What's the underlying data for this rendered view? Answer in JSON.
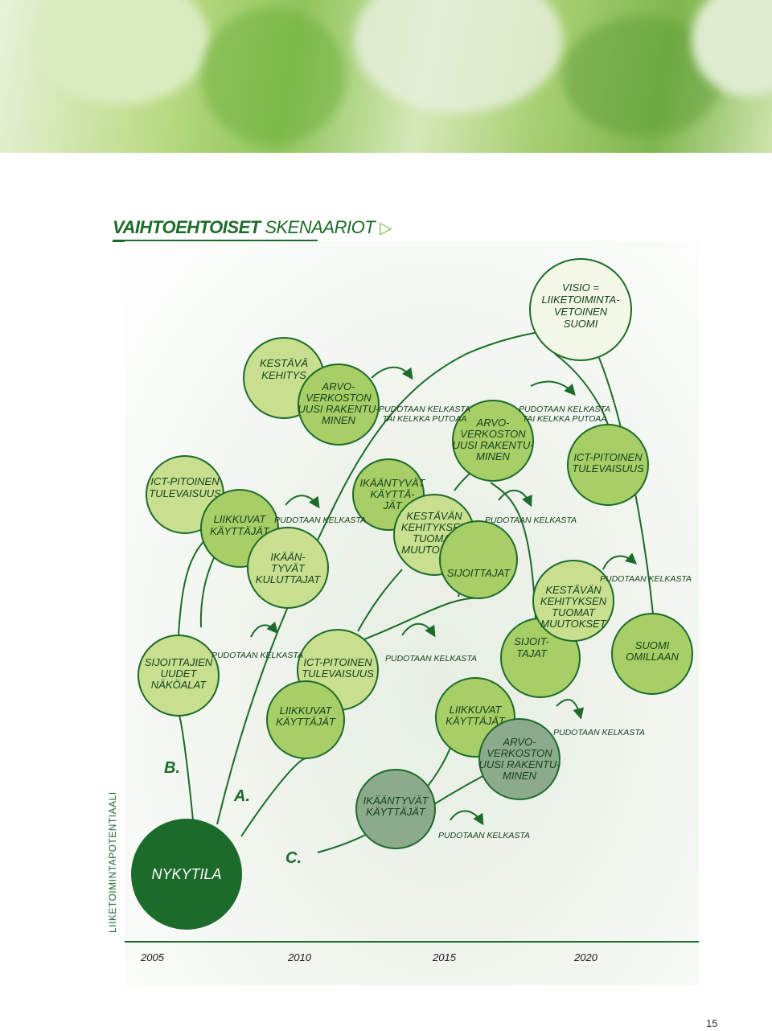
{
  "title": {
    "bold": "VAIHTOEHTOISET",
    "regular": "SKENAARIOT"
  },
  "vertical_label": "LIIKETOIMINTAPOTENTIAALI",
  "years": [
    "2005",
    "2010",
    "2015",
    "2020"
  ],
  "page_number": "15",
  "colors": {
    "dark_green": "#1c6b2a",
    "start_fill": "#1d6b2a",
    "light_fill": "#c7df8f",
    "mid_fill": "#a7ce67",
    "gray_fill": "#8cab8c",
    "vision_fill": "#f3f7e6",
    "accent": "#6cb33f"
  },
  "nodes": [
    {
      "id": "nykytila",
      "lines": [
        "NYKYTILA"
      ],
      "style": "start"
    },
    {
      "id": "visio",
      "lines": [
        "VISIO =",
        "LIIKETOIMINTA-",
        "VETOINEN",
        "SUOMI"
      ],
      "style": "vision"
    },
    {
      "id": "b-ict",
      "lines": [
        "ICT-PITOINEN",
        "TULEVAISUUS"
      ],
      "style": "light"
    },
    {
      "id": "b-liikkuvat",
      "lines": [
        "LIIKKUVAT",
        "KÄYTTÄJÄT"
      ],
      "style": "mid"
    },
    {
      "id": "b-ikaantyvat",
      "lines": [
        "IKÄÄN-",
        "TYVÄT",
        "KULUTTAJAT"
      ],
      "style": "light"
    },
    {
      "id": "b-sijoittajien",
      "lines": [
        "SIJOITTAJIEN",
        "UUDET",
        "NÄKÖALAT"
      ],
      "style": "light"
    },
    {
      "id": "a-kestava",
      "lines": [
        "KESTÄVÄ",
        "KEHITYS"
      ],
      "style": "light"
    },
    {
      "id": "a-arvo",
      "lines": [
        "ARVO-",
        "VERKOSTON",
        "UUSI RAKENTU-",
        "MINEN"
      ],
      "style": "mid"
    },
    {
      "id": "a-ikaantyvat",
      "lines": [
        "IKÄÄNTYVÄT",
        "KÄYTTÄ-",
        "JÄT"
      ],
      "style": "mid"
    },
    {
      "id": "a-kestavan",
      "lines": [
        "KESTÄVÄN",
        "KEHITYKSEN",
        "TUOMAT",
        "MUUTOKSET"
      ],
      "style": "light"
    },
    {
      "id": "a-arvo2",
      "lines": [
        "ARVO-",
        "VERKOSTON",
        "UUSI RAKENTU-",
        "MINEN"
      ],
      "style": "mid"
    },
    {
      "id": "a-sijoittajat",
      "lines": [
        "SIJOITTAJAT"
      ],
      "style": "mid"
    },
    {
      "id": "a-ict2",
      "lines": [
        "ICT-PITOINEN",
        "TULEVAISUUS"
      ],
      "style": "mid"
    },
    {
      "id": "a-sijoittajat2",
      "lines": [
        "SIJOIT-",
        "TAJAT"
      ],
      "style": "mid"
    },
    {
      "id": "a-kestavan2",
      "lines": [
        "KESTÄVÄN",
        "KEHITYKSEN",
        "TUOMAT",
        "MUUTOKSET"
      ],
      "style": "light"
    },
    {
      "id": "a-suomi",
      "lines": [
        "SUOMI",
        "OMILLAAN"
      ],
      "style": "mid"
    },
    {
      "id": "c-ict",
      "lines": [
        "ICT-PITOINEN",
        "TULEVAISUUS"
      ],
      "style": "light"
    },
    {
      "id": "c-liikkuvat",
      "lines": [
        "LIIKKUVAT",
        "KÄYTTÄJÄT"
      ],
      "style": "mid"
    },
    {
      "id": "c-ikaantyvat",
      "lines": [
        "IKÄÄNTYVÄT",
        "KÄYTTÄJÄT"
      ],
      "style": "gray"
    },
    {
      "id": "c-liikkuvat2",
      "lines": [
        "LIIKKUVAT",
        "KÄYTTÄJÄT"
      ],
      "style": "mid"
    },
    {
      "id": "c-arvo",
      "lines": [
        "ARVO-",
        "VERKOSTON",
        "UUSI RAKENTU-",
        "MINEN"
      ],
      "style": "gray"
    }
  ],
  "scenario_labels": [
    "A.",
    "B.",
    "C."
  ],
  "drop_labels": [
    {
      "id": "drop-1",
      "lines": [
        "PUDOTAAN KELKASTA",
        "TAI KELKKA PUTOAA"
      ]
    },
    {
      "id": "drop-2",
      "lines": [
        "PUDOTAAN KELKASTA",
        "TAI KELKKA PUTOAA"
      ]
    },
    {
      "id": "drop-3",
      "lines": [
        "PUDOTAAN KELKASTA"
      ]
    },
    {
      "id": "drop-4",
      "lines": [
        "PUDOTAAN KELKASTA"
      ]
    },
    {
      "id": "drop-5",
      "lines": [
        "PUDOTAAN KELKASTA"
      ]
    },
    {
      "id": "drop-6",
      "lines": [
        "PUDOTAAN KELKASTA"
      ]
    },
    {
      "id": "drop-7",
      "lines": [
        "PUDOTAAN KELKASTA"
      ]
    },
    {
      "id": "drop-8",
      "lines": [
        "PUDOTAAN KELKASTA"
      ]
    },
    {
      "id": "drop-9",
      "lines": [
        "PUDOTAAN KELKASTA"
      ]
    }
  ]
}
